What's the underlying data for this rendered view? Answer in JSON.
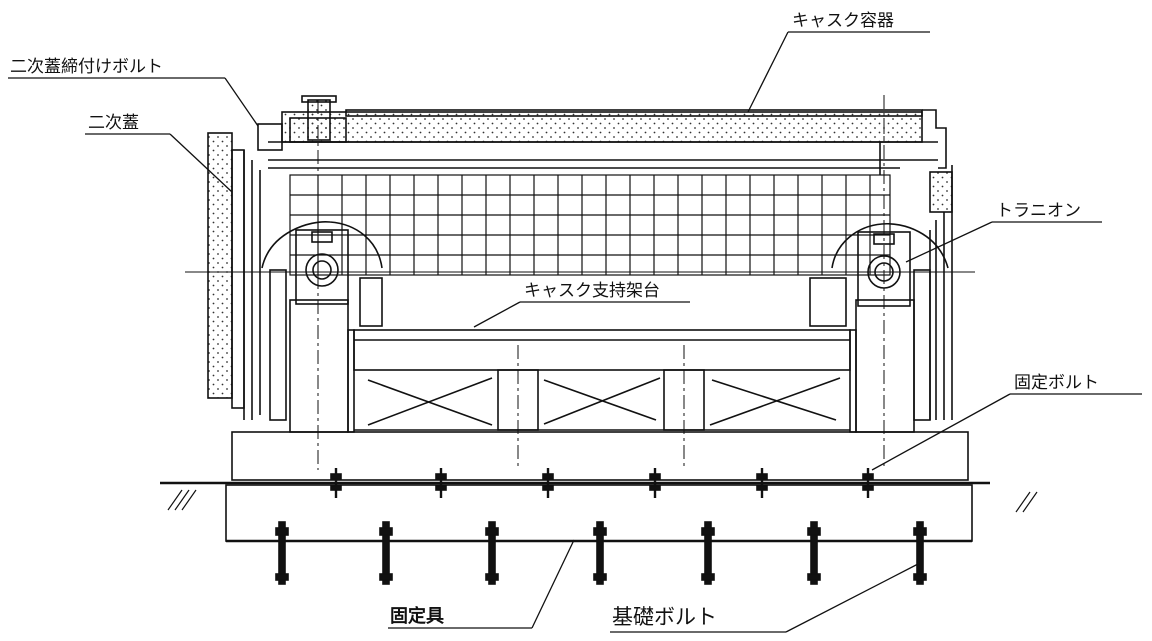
{
  "labels": {
    "cask_container": "キャスク容器",
    "secondary_lid_bolt": "二次蓋締付けボルト",
    "secondary_lid": "二次蓋",
    "trunnion": "トラニオン",
    "cask_support_frame": "キャスク支持架台",
    "fixing_bolt": "固定ボルト",
    "fixture": "固定具",
    "foundation_bolt": "基礎ボルト"
  }
}
